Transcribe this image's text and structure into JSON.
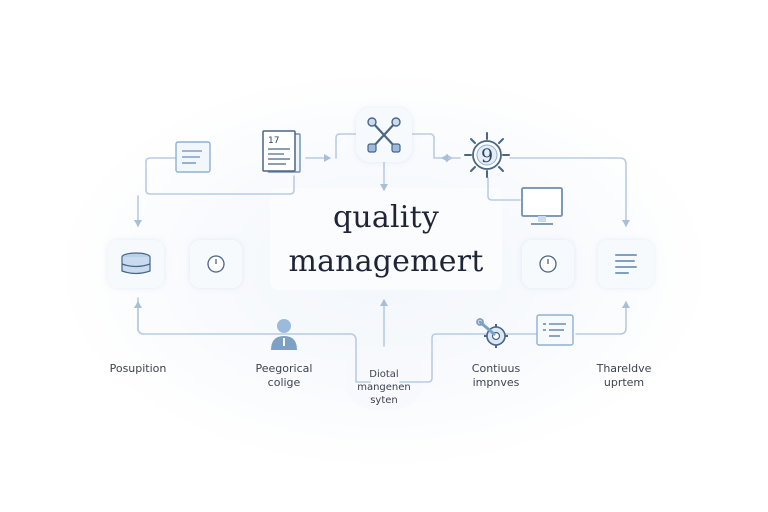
{
  "title": {
    "line1": "quality",
    "line2": "managemert"
  },
  "labels": {
    "left": "Posupition",
    "mid_left": {
      "line1": "Peegorical",
      "line2": "colige"
    },
    "center": {
      "line1": "Diotal",
      "line2": "mangenen",
      "line3": "syten"
    },
    "mid_right": {
      "line1": "Contiuus",
      "line2": "impnves"
    },
    "right": {
      "line1": "Thareldve",
      "line2": "uprtem"
    }
  },
  "top_nodes": {
    "document_number": "17",
    "gear_symbol": "9"
  },
  "icons": [
    "text-lines-icon",
    "document-icon",
    "tools-icon",
    "gear-icon",
    "monitor-icon",
    "database-icon",
    "clock-icon",
    "clock-icon",
    "list-icon",
    "person-icon",
    "wrench-gear-icon",
    "form-icon"
  ],
  "colors": {
    "line": "#b9cce2",
    "icon": "#7ea0c5",
    "icon_dark": "#4a6585",
    "fill_light": "#c9dcee",
    "text": "#3e4350",
    "title": "#1f2536"
  }
}
